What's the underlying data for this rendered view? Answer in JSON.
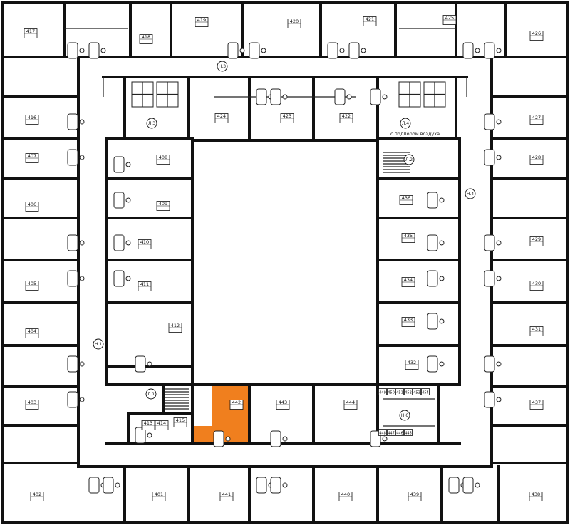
{
  "plan": {
    "title": "Floor 4 plan",
    "highlight_color": "#F07F1E",
    "highlighted_apartment": "442",
    "apartments": [
      "401",
      "402",
      "403",
      "404",
      "405",
      "406",
      "407",
      "408",
      "409",
      "410",
      "411",
      "412",
      "413",
      "414",
      "415",
      "416",
      "417",
      "418",
      "419",
      "420",
      "421",
      "422",
      "423",
      "424",
      "425",
      "426",
      "427",
      "428",
      "429",
      "430",
      "431",
      "432",
      "433",
      "434",
      "435",
      "436",
      "437",
      "438",
      "439",
      "440",
      "441",
      "442",
      "443",
      "444"
    ],
    "storage_units": [
      "445",
      "446",
      "447",
      "448",
      "449",
      "450",
      "451",
      "452",
      "453",
      "454"
    ],
    "lifts": [
      "Л.1",
      "Л.2",
      "Л.3",
      "Л.4"
    ],
    "corridor_markers": [
      "Н.1",
      "Н.3",
      "Н.4",
      "Н.6"
    ],
    "lift_note": "с подпором воздуха"
  }
}
